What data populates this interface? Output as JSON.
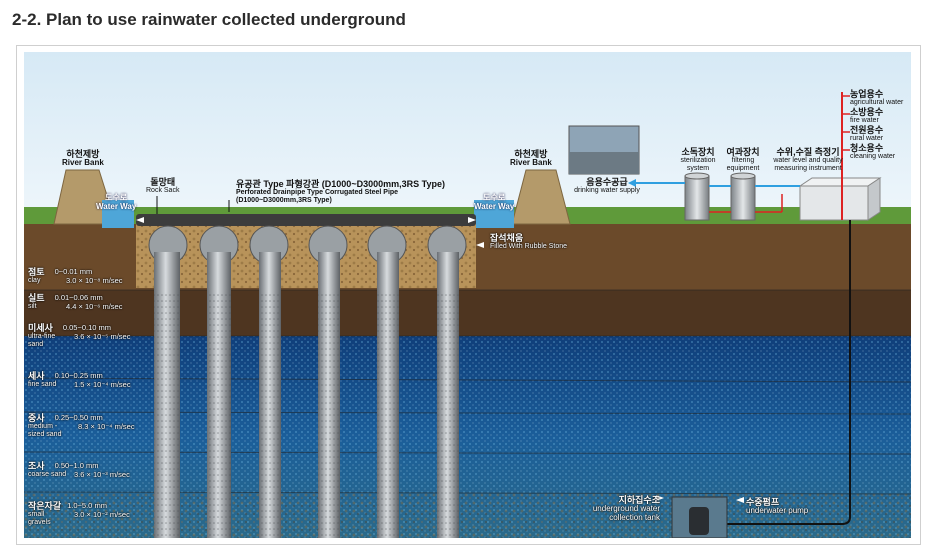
{
  "page": {
    "title": "2-2. Plan to use rainwater collected underground"
  },
  "diagram": {
    "river_bank_left": {
      "ko": "하천제방",
      "en": "River Bank"
    },
    "river_bank_right": {
      "ko": "하천제방",
      "en": "River Bank"
    },
    "waterway_left": {
      "ko": "도수로",
      "en": "Water Way"
    },
    "waterway_right": {
      "ko": "도수로",
      "en": "Water Way"
    },
    "rock_sack": {
      "ko": "돌망태",
      "en": "Rock Sack"
    },
    "pipe": {
      "ko": "유공관 Type 파형강관 (D1000~D3000mm,3RS Type)",
      "en1": "Perforated Drainpipe Type Corrugated Steel Pipe",
      "en2": "(D1000~D3000mm,3RS Type)"
    },
    "rubble": {
      "ko": "잡석채움",
      "en": "Filled With Rubble Stone"
    },
    "drinking": {
      "ko": "음용수공급",
      "en": "drinking water supply"
    },
    "sterilization": {
      "ko": "소독장치",
      "en1": "sterilization",
      "en2": "system"
    },
    "filtering": {
      "ko": "여과장치",
      "en1": "filtering",
      "en2": "equipment"
    },
    "measuring": {
      "ko": "수위,수질 측정기",
      "en1": "water level and quality",
      "en2": "measuring instrument"
    },
    "uses": [
      {
        "ko": "농업용수",
        "en": "agricultural water"
      },
      {
        "ko": "소방용수",
        "en": "fire water"
      },
      {
        "ko": "전원용수",
        "en": "rural water"
      },
      {
        "ko": "청소용수",
        "en": "cleaning water"
      }
    ],
    "tank": {
      "ko": "지하집수조",
      "en1": "underground water",
      "en2": "collection tank"
    },
    "pump": {
      "ko": "수중펌프",
      "en": "underwater pump"
    },
    "soils": [
      {
        "ko": "점토",
        "en": "clay",
        "range": "0~0.01 mm",
        "perm": "3.0 × 10⁻⁸  m/sec"
      },
      {
        "ko": "실트",
        "en": "silt",
        "range": "0.01~0.06 mm",
        "perm": "4.4 × 10⁻⁶  m/sec"
      },
      {
        "ko": "미세사",
        "en": "ultra-fine sand",
        "range": "0.05~0.10 mm",
        "perm": "3.6 × 10⁻⁵  m/sec"
      },
      {
        "ko": "세사",
        "en": "fine sand",
        "range": "0.10~0.25 mm",
        "perm": "1.5 × 10⁻⁴  m/sec"
      },
      {
        "ko": "중사",
        "en": "medium -sized sand",
        "range": "0.25~0.50 mm",
        "perm": "8.3 × 10⁻⁴  m/sec"
      },
      {
        "ko": "조사",
        "en": "coarse sand",
        "range": "0.50~1.0 mm",
        "perm": "3.6 × 10⁻³  m/sec"
      },
      {
        "ko": "작은자갈",
        "en": "small gravels",
        "range": "1.0~5.0 mm",
        "perm": "3.0 × 10⁻²  m/sec"
      }
    ]
  }
}
